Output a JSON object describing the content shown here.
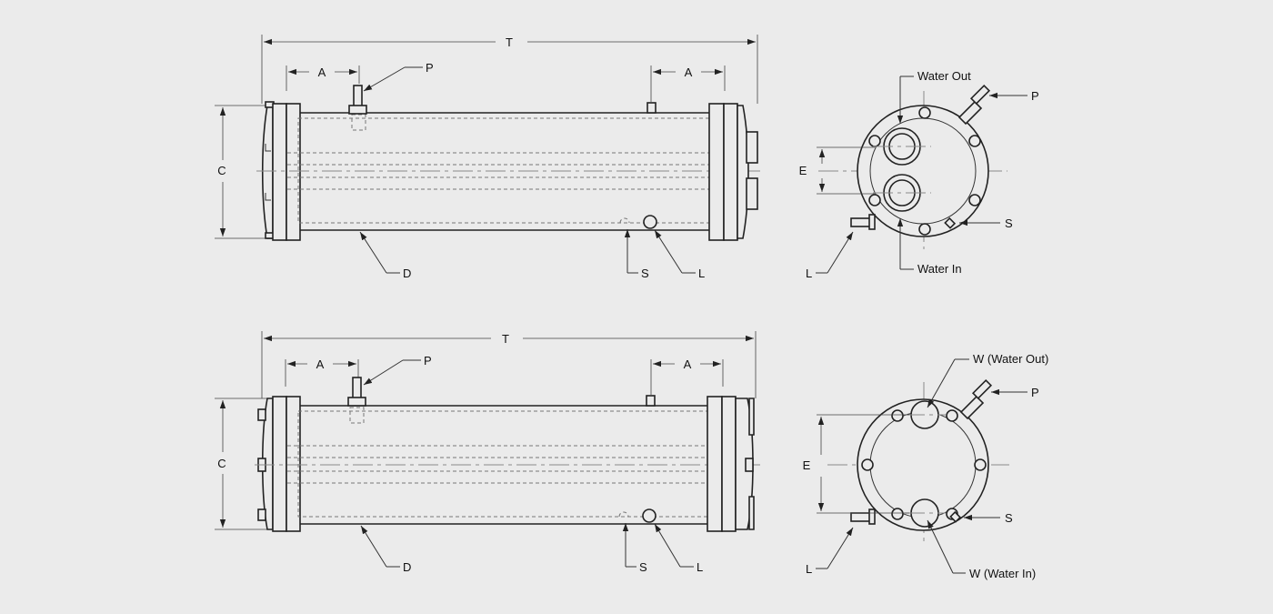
{
  "top_side": {
    "t": "T",
    "a_left": "A",
    "a_right": "A",
    "p": "P",
    "c": "C",
    "d": "D",
    "s": "S",
    "l": "L"
  },
  "top_end": {
    "water_out": "Water Out",
    "p": "P",
    "e": "E",
    "s": "S",
    "l": "L",
    "water_in": "Water In"
  },
  "bottom_side": {
    "t": "T",
    "a_left": "A",
    "a_right": "A",
    "p": "P",
    "c": "C",
    "d": "D",
    "s": "S",
    "l": "L"
  },
  "bottom_end": {
    "water_out": "W (Water Out)",
    "p": "P",
    "e": "E",
    "s": "S",
    "l": "L",
    "water_in": "W (Water In)"
  }
}
